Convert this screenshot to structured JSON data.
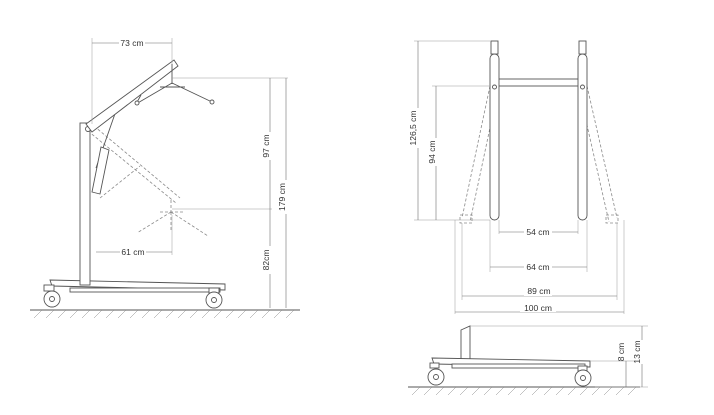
{
  "diagram": {
    "side_view": {
      "boom_reach": "73 cm",
      "upper_height": "97 cm",
      "total_height": "179 cm",
      "lower_height": "82cm",
      "min_reach": "61 cm"
    },
    "front_view": {
      "overall_height": "126,5 cm",
      "leg_height": "94 cm",
      "inner_width_closed": "54 cm",
      "inner_width": "64 cm",
      "outer_width_open": "89 cm",
      "max_width_open": "100 cm"
    },
    "base_view": {
      "base_clearance": "8 cm",
      "base_height": "13 cm"
    }
  }
}
